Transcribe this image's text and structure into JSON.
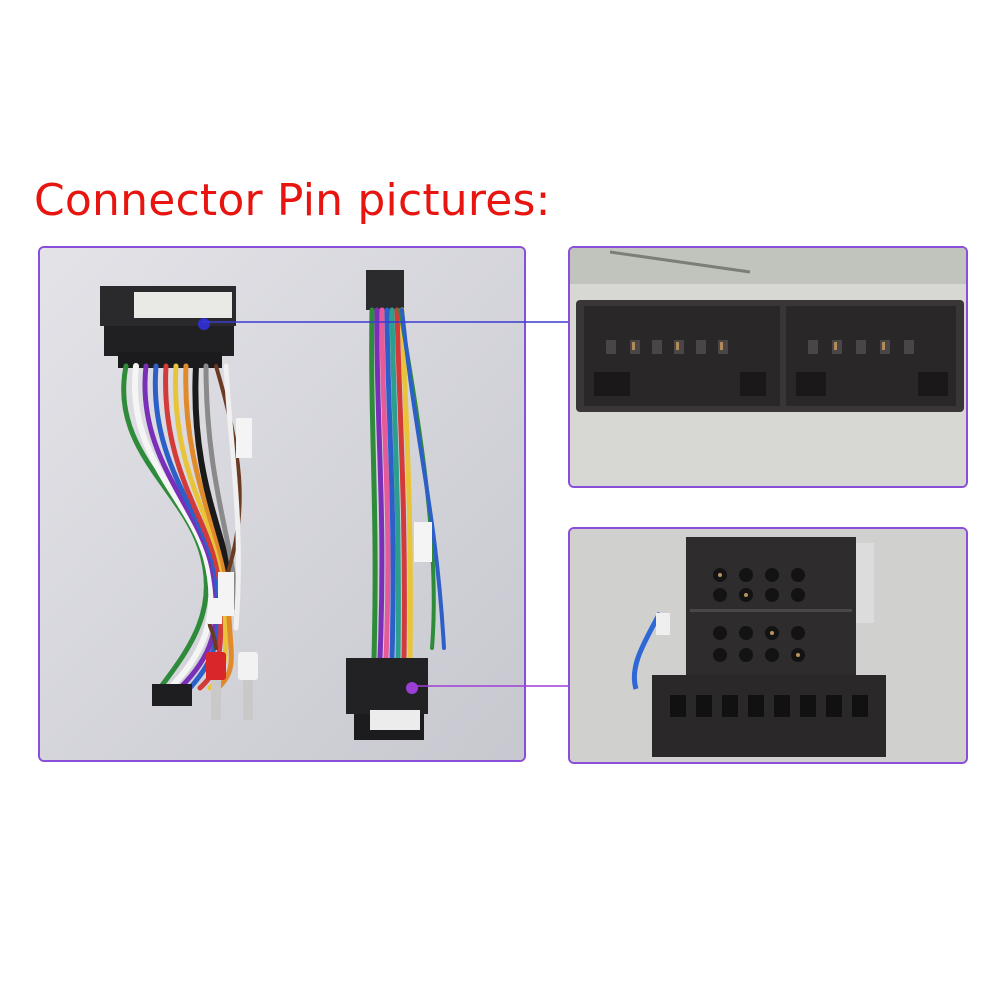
{
  "heading": "Connector Pin pictures:",
  "colors": {
    "heading": "#e8140f",
    "panel_border": "#8a4fd9",
    "pointer_line_top": "#3a3ad0",
    "pointer_line_bottom": "#9b3fd6"
  },
  "panels": {
    "left": "wiring-harness-photo",
    "top_right": "vehicle-side-connector-closeup",
    "bottom_right": "iso-style-connector-closeup"
  }
}
